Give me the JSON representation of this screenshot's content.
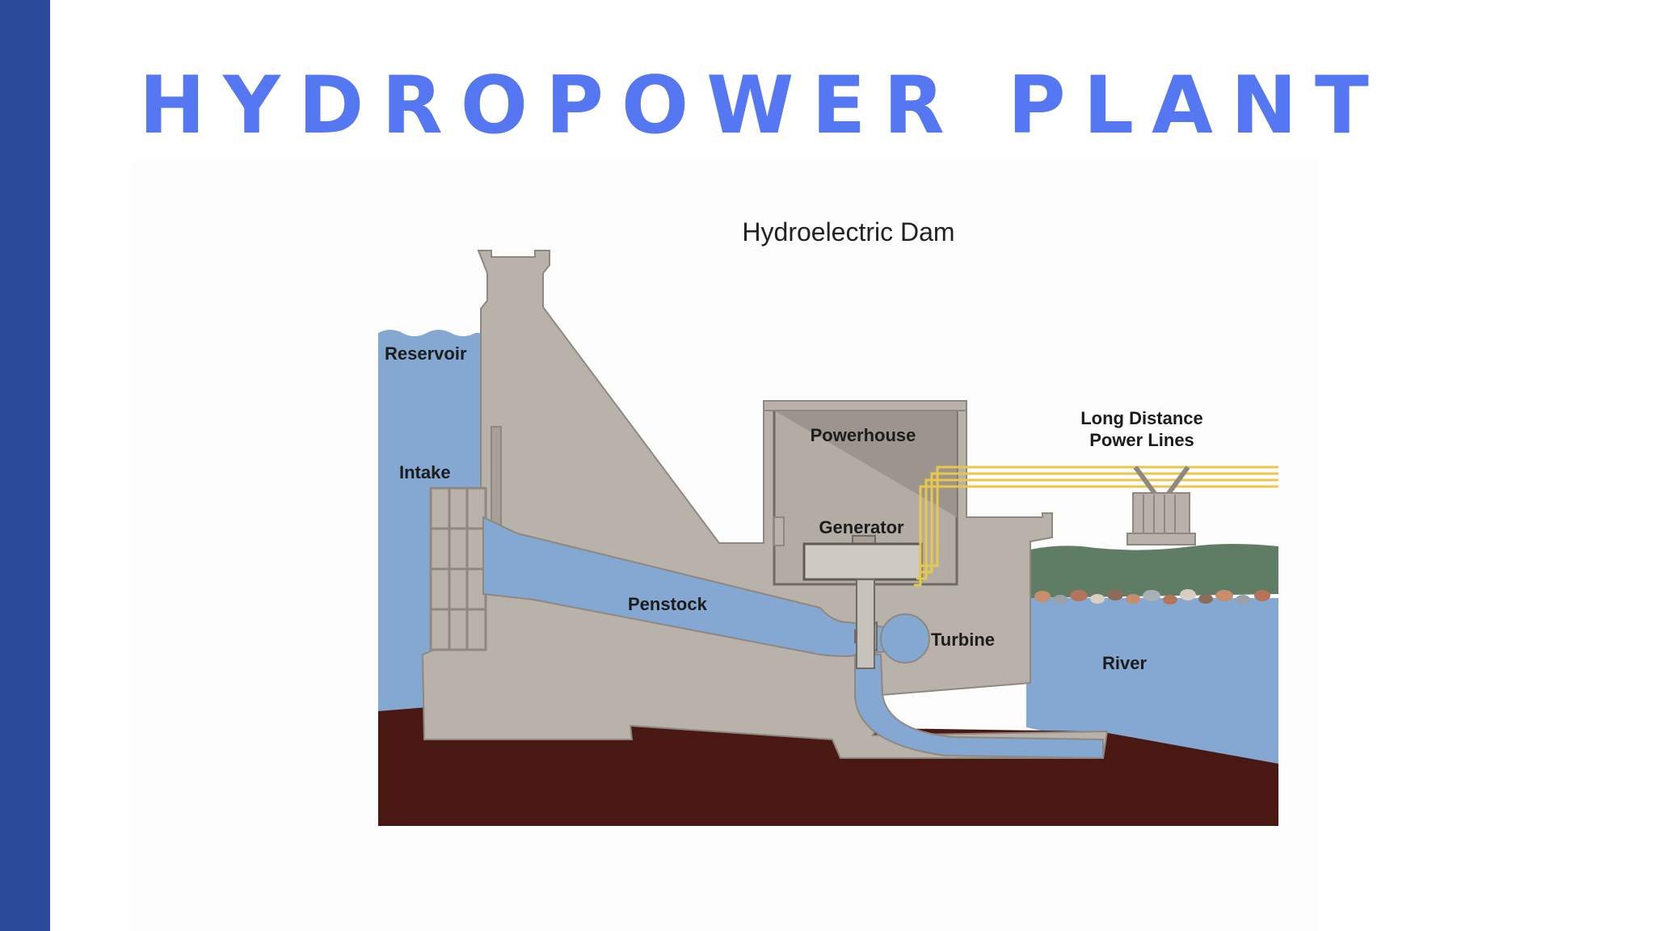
{
  "slide": {
    "title": "HYDROPOWER PLANT",
    "colors": {
      "side_bar": "#2b4b9b",
      "title": "#5577f2"
    }
  },
  "diagram": {
    "title": "Hydroelectric Dam",
    "labels": {
      "reservoir": "Reservoir",
      "intake": "Intake",
      "powerhouse": "Powerhouse",
      "generator": "Generator",
      "penstock": "Penstock",
      "turbine": "Turbine",
      "river": "River",
      "power_lines_line1": "Long Distance",
      "power_lines_line2": "Power Lines"
    },
    "colors": {
      "water": "#84a8d2",
      "concrete": "#b9b2aa",
      "ground": "#4a1812",
      "grass": "#5f7c64",
      "power_line": "#e8c84a"
    }
  }
}
